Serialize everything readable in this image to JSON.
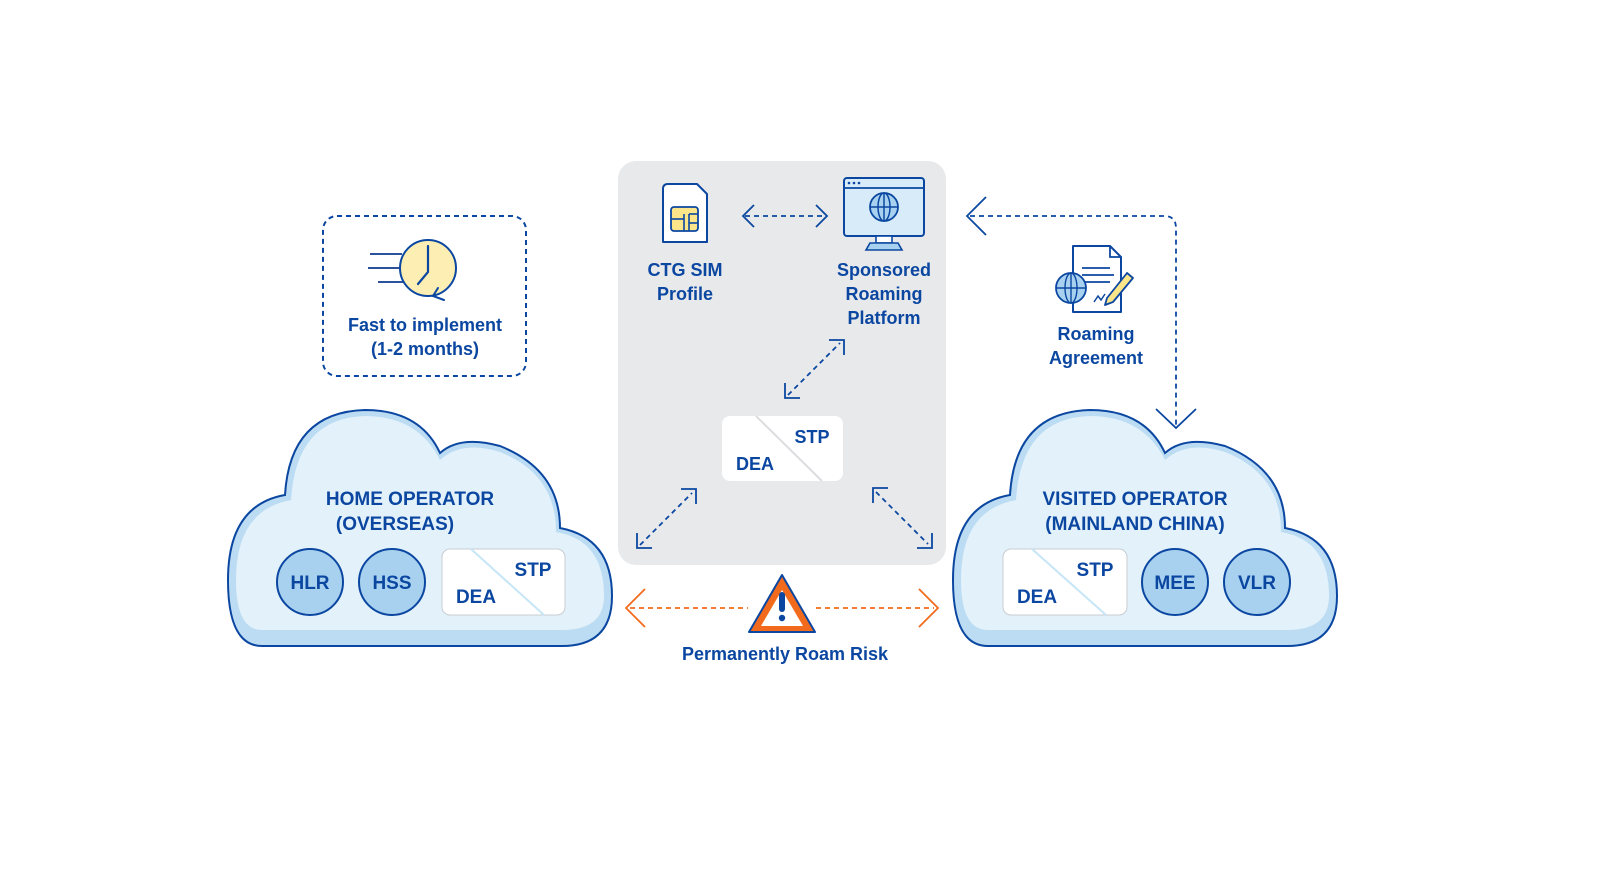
{
  "colors": {
    "primary": "#0b47a1",
    "dark_blue": "#0d3a8c",
    "cloud_fill": "#e3f1fa",
    "cloud_shadow": "#bcdcf3",
    "node_fill": "#a7d1ef",
    "panel_gray": "#e8e9eb",
    "warning_orange": "#f26b1d",
    "clock_yellow": "#fdeeb3"
  },
  "fast_box": {
    "icon": "fast-clock-icon",
    "line1": "Fast to implement",
    "line2": "(1-2 months)"
  },
  "platform_panel": {
    "sim": {
      "icon": "sim-card-icon",
      "line1": "CTG SIM",
      "line2": "Profile"
    },
    "platform": {
      "icon": "monitor-globe-icon",
      "line1": "Sponsored",
      "line2": "Roaming",
      "line3": "Platform"
    },
    "stp_box": {
      "top": "STP",
      "bottom": "DEA"
    }
  },
  "roaming_agreement": {
    "icon": "contract-globe-pen-icon",
    "line1": "Roaming",
    "line2": "Agreement"
  },
  "home_cloud": {
    "title1": "HOME OPERATOR",
    "title2": "(OVERSEAS)",
    "nodes": [
      "HLR",
      "HSS"
    ],
    "stp_box": {
      "top": "STP",
      "bottom": "DEA"
    }
  },
  "visited_cloud": {
    "title1": "VISITED OPERATOR",
    "title2": "(MAINLAND CHINA)",
    "nodes": [
      "MEE",
      "VLR"
    ],
    "stp_box": {
      "top": "STP",
      "bottom": "DEA"
    }
  },
  "risk": {
    "icon": "warning-triangle-icon",
    "label": "Permanently Roam Risk"
  }
}
